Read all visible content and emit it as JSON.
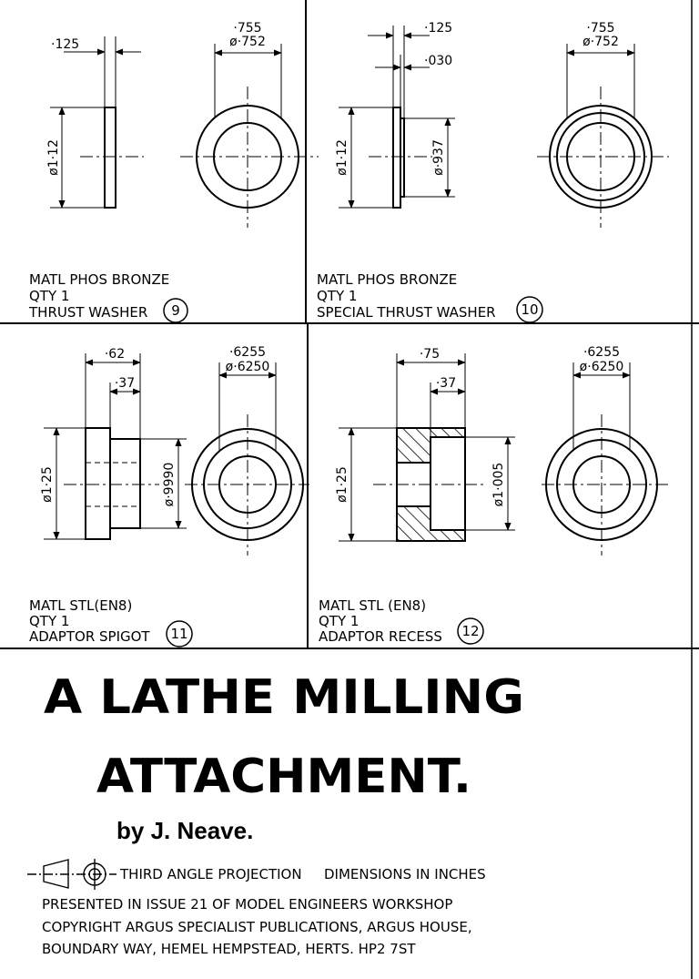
{
  "panels": [
    {
      "number": "9",
      "material": "MATL PHOS BRONZE",
      "qty": "QTY 1",
      "name": "THRUST WASHER",
      "dims": {
        "thickness": "·125",
        "od": "ø1·12",
        "bore_top": "·755",
        "bore_bottom": "ø·752"
      }
    },
    {
      "number": "10",
      "material": "MATL PHOS BRONZE",
      "qty": "QTY 1",
      "name": "SPECIAL THRUST WASHER",
      "dims": {
        "thickness": "·125",
        "step": "·030",
        "od": "ø1·12",
        "step_dia": "ø·937",
        "bore_top": "·755",
        "bore_bottom": "ø·752"
      }
    },
    {
      "number": "11",
      "material": "MATL STL(EN8)",
      "qty": "QTY 1",
      "name": "ADAPTOR SPIGOT",
      "dims": {
        "length": "·62",
        "spigot_len": "·37",
        "od": "ø1·25",
        "spigot_dia": "ø·9990",
        "bore_top": "·6255",
        "bore_bottom": "ø·6250"
      }
    },
    {
      "number": "12",
      "material": "MATL  STL (EN8)",
      "qty": "QTY 1",
      "name": "ADAPTOR RECESS",
      "dims": {
        "length": "·75",
        "recess_len": "·37",
        "od": "ø1·25",
        "recess_dia": "ø1·005",
        "bore_top": "·6255",
        "bore_bottom": "ø·6250"
      }
    }
  ],
  "title_line1": "A  LATHE MILLING",
  "title_line2": "ATTACHMENT.",
  "author": "by J. Neave.",
  "projection": "THIRD ANGLE PROJECTION",
  "units": "DIMENSIONS IN INCHES",
  "footer": [
    "PRESENTED IN ISSUE 21  OF MODEL ENGINEERS WORKSHOP",
    "COPYRIGHT ARGUS SPECIALIST PUBLICATIONS, ARGUS HOUSE,",
    "BOUNDARY WAY, HEMEL HEMPSTEAD, HERTS. HP2 7ST"
  ]
}
